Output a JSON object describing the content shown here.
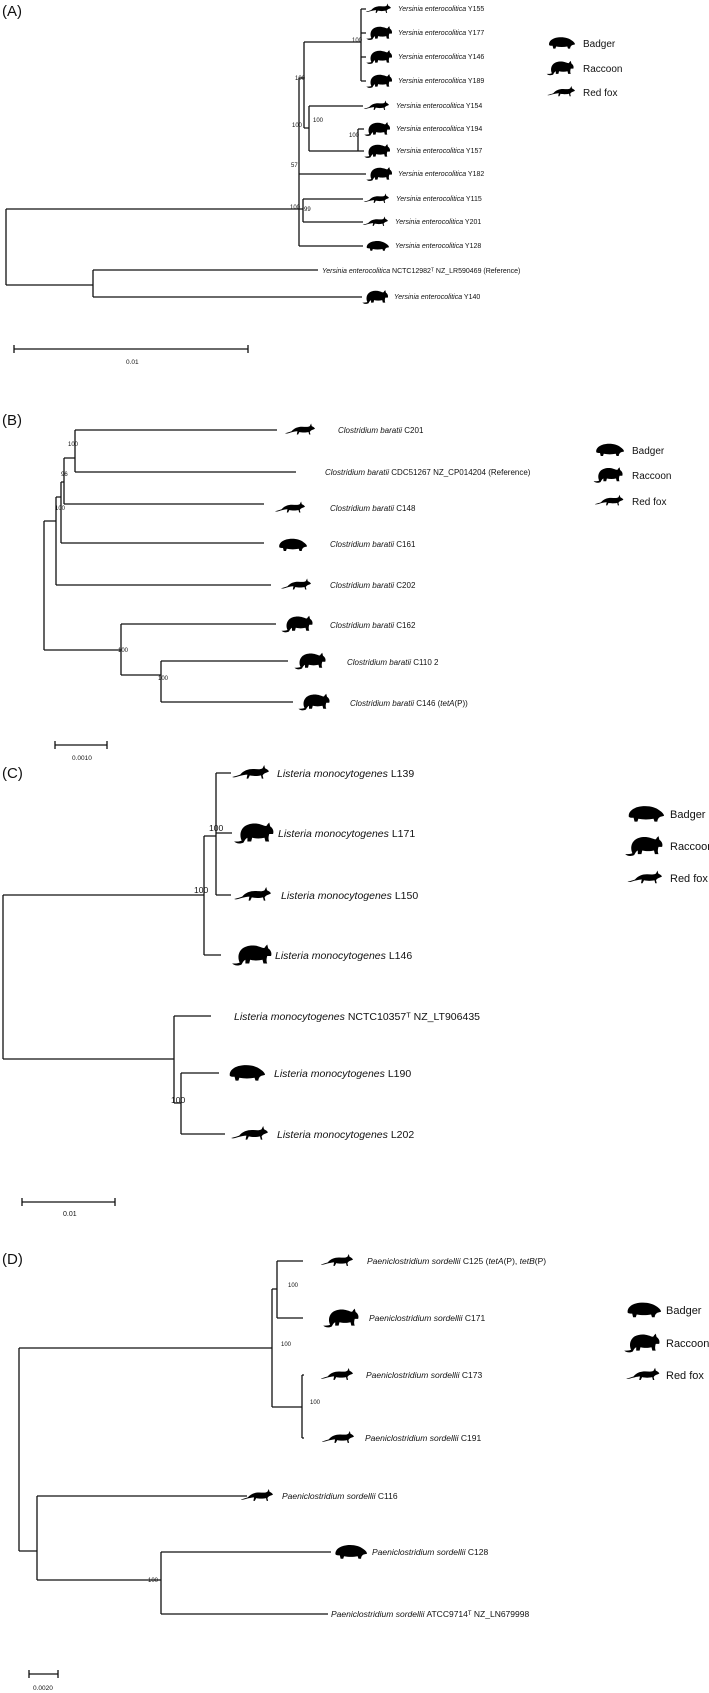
{
  "legend": {
    "badger": "Badger",
    "raccoon": "Raccoon",
    "red_fox": "Red fox"
  },
  "panels": [
    {
      "label": "(A)",
      "scale_label": "0.01",
      "taxa": [
        {
          "genus": "Yersinia enterocolitica",
          "strain": "Y155",
          "host": "red_fox"
        },
        {
          "genus": "Yersinia enterocolitica",
          "strain": "Y177",
          "host": "raccoon"
        },
        {
          "genus": "Yersinia enterocolitica",
          "strain": "Y146",
          "host": "raccoon"
        },
        {
          "genus": "Yersinia enterocolitica",
          "strain": "Y189",
          "host": "raccoon"
        },
        {
          "genus": "Yersinia enterocolitica",
          "strain": "Y154",
          "host": "red_fox"
        },
        {
          "genus": "Yersinia enterocolitica",
          "strain": "Y194",
          "host": "raccoon"
        },
        {
          "genus": "Yersinia enterocolitica",
          "strain": "Y157",
          "host": "raccoon"
        },
        {
          "genus": "Yersinia enterocolitica",
          "strain": "Y182",
          "host": "raccoon"
        },
        {
          "genus": "Yersinia enterocolitica",
          "strain": "Y115",
          "host": "red_fox"
        },
        {
          "genus": "Yersinia enterocolitica",
          "strain": "Y201",
          "host": "red_fox"
        },
        {
          "genus": "Yersinia enterocolitica",
          "strain": "Y128",
          "host": "badger"
        },
        {
          "genus": "Yersinia enterocolitica",
          "strain": "NCTC12982ᵀ NZ_LR590469 (Reference)",
          "host": "none"
        },
        {
          "genus": "Yersinia enterocolitica",
          "strain": "Y140",
          "host": "raccoon"
        }
      ],
      "bootstrap": [
        "100",
        "100",
        "100",
        "100",
        "57",
        "100",
        "99",
        "100"
      ]
    },
    {
      "label": "(B)",
      "scale_label": "0.0010",
      "taxa": [
        {
          "genus": "Clostridium baratii",
          "strain": "C201",
          "host": "red_fox"
        },
        {
          "genus": "Clostridium baratii",
          "strain": "CDC51267 NZ_CP014204 (Reference)",
          "host": "none"
        },
        {
          "genus": "Clostridium baratii",
          "strain": "C148",
          "host": "red_fox"
        },
        {
          "genus": "Clostridium baratii",
          "strain": "C161",
          "host": "badger"
        },
        {
          "genus": "Clostridium baratii",
          "strain": "C202",
          "host": "red_fox"
        },
        {
          "genus": "Clostridium baratii",
          "strain": "C162",
          "host": "raccoon"
        },
        {
          "genus": "Clostridium baratii",
          "strain": "C110 2",
          "host": "raccoon"
        },
        {
          "genus": "Clostridium baratii",
          "strain": "C146",
          "gene": "tetA",
          "gene_suffix": "(P))",
          "host": "raccoon"
        }
      ],
      "bootstrap": [
        "100",
        "96",
        "100",
        "100",
        "100"
      ]
    },
    {
      "label": "(C)",
      "scale_label": "0.01",
      "taxa": [
        {
          "genus": "Listeria  monocytogenes",
          "strain": "L139",
          "host": "red_fox"
        },
        {
          "genus": "Listeria monocytogenes",
          "strain": "L171",
          "host": "raccoon"
        },
        {
          "genus": "Listeria monocytogenes",
          "strain": "L150",
          "host": "red_fox"
        },
        {
          "genus": "Listeria monocytogenes",
          "strain": "L146",
          "host": "raccoon"
        },
        {
          "genus": "Listeria monocytogenes",
          "strain": "NCTC10357ᵀ NZ_LT906435",
          "host": "none"
        },
        {
          "genus": "Listeria monocytogenes",
          "strain": "L190",
          "host": "badger"
        },
        {
          "genus": "Listeria monocytogenes",
          "strain": "L202",
          "host": "red_fox"
        }
      ],
      "bootstrap": [
        "100",
        "100",
        "100"
      ]
    },
    {
      "label": "(D)",
      "scale_label": "0.0020",
      "taxa": [
        {
          "genus": "Paeniclostridium sordellii",
          "strain": "C125 (",
          "gene": "tetA",
          "gene_suffix": "(P), ",
          "gene2": "tetB",
          "gene2_suffix": "(P)",
          "host": "red_fox"
        },
        {
          "genus": "Paeniclostridium sordellii",
          "strain": "C171",
          "host": "raccoon"
        },
        {
          "genus": "Paeniclostridium sordellii",
          "strain": "C173",
          "host": "red_fox"
        },
        {
          "genus": "Paeniclostridium sordellii",
          "strain": "C191",
          "host": "red_fox"
        },
        {
          "genus": "Paeniclostridium sordellii",
          "strain": "C116",
          "host": "red_fox"
        },
        {
          "genus": "Paeniclostridium sordellii",
          "strain": "C128",
          "host": "badger"
        },
        {
          "genus": "Paeniclostridium sordellii",
          "strain": "ATCC9714ᵀ NZ_LN679998",
          "host": "none"
        }
      ],
      "bootstrap": [
        "100",
        "100",
        "100",
        "100"
      ]
    }
  ]
}
